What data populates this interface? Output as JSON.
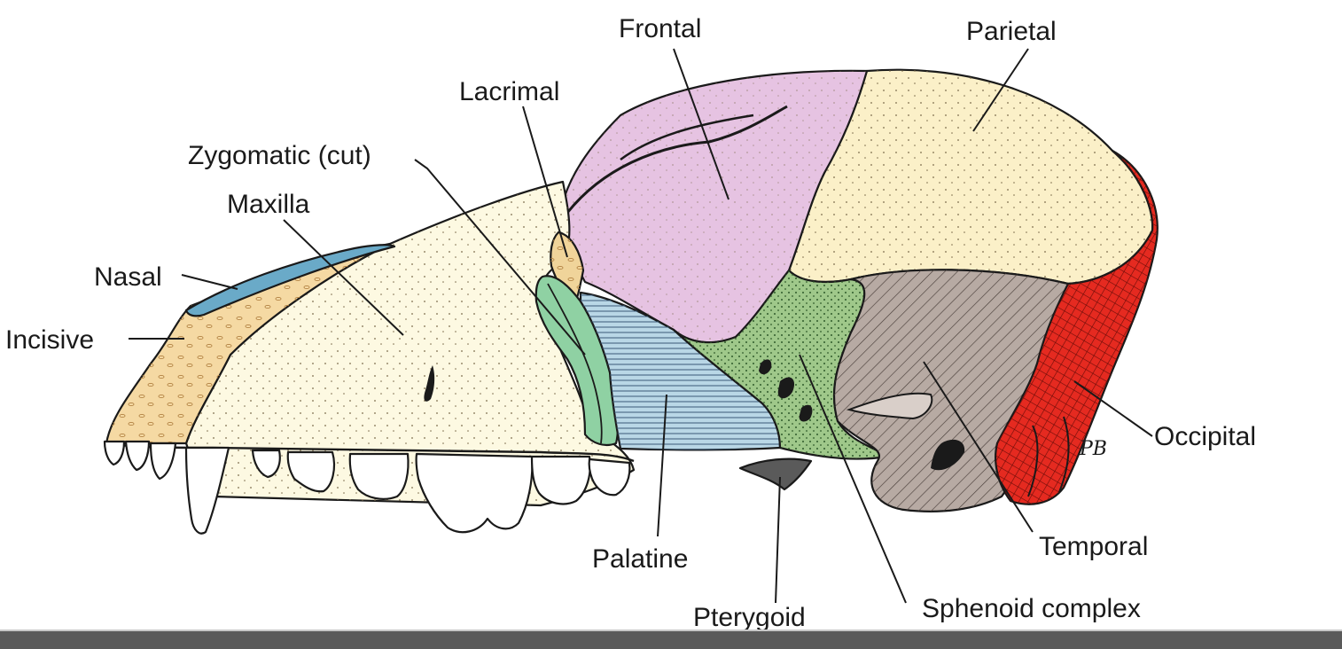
{
  "labels": {
    "frontal": "Frontal",
    "parietal": "Parietal",
    "lacrimal": "Lacrimal",
    "zygomatic": "Zygomatic (cut)",
    "maxilla": "Maxilla",
    "nasal": "Nasal",
    "incisive": "Incisive",
    "occipital": "Occipital",
    "palatine": "Palatine",
    "temporal": "Temporal",
    "sphenoid": "Sphenoid complex",
    "pterygoid": "Pterygoid"
  },
  "colors": {
    "frontal": "#e6c3e2",
    "parietal": "#fbf0c8",
    "maxilla": "#fdf9e2",
    "incisive": "#f5d9a3",
    "nasal": "#6aaac8",
    "lacrimal": "#f0d49a",
    "zygomatic": "#8fd1a3",
    "palatine": "#b9d7e6",
    "sphenoid": "#9fc88a",
    "temporal": "#b7aaa3",
    "occipital": "#e52a20",
    "pterygoid": "#5a5a5a"
  }
}
